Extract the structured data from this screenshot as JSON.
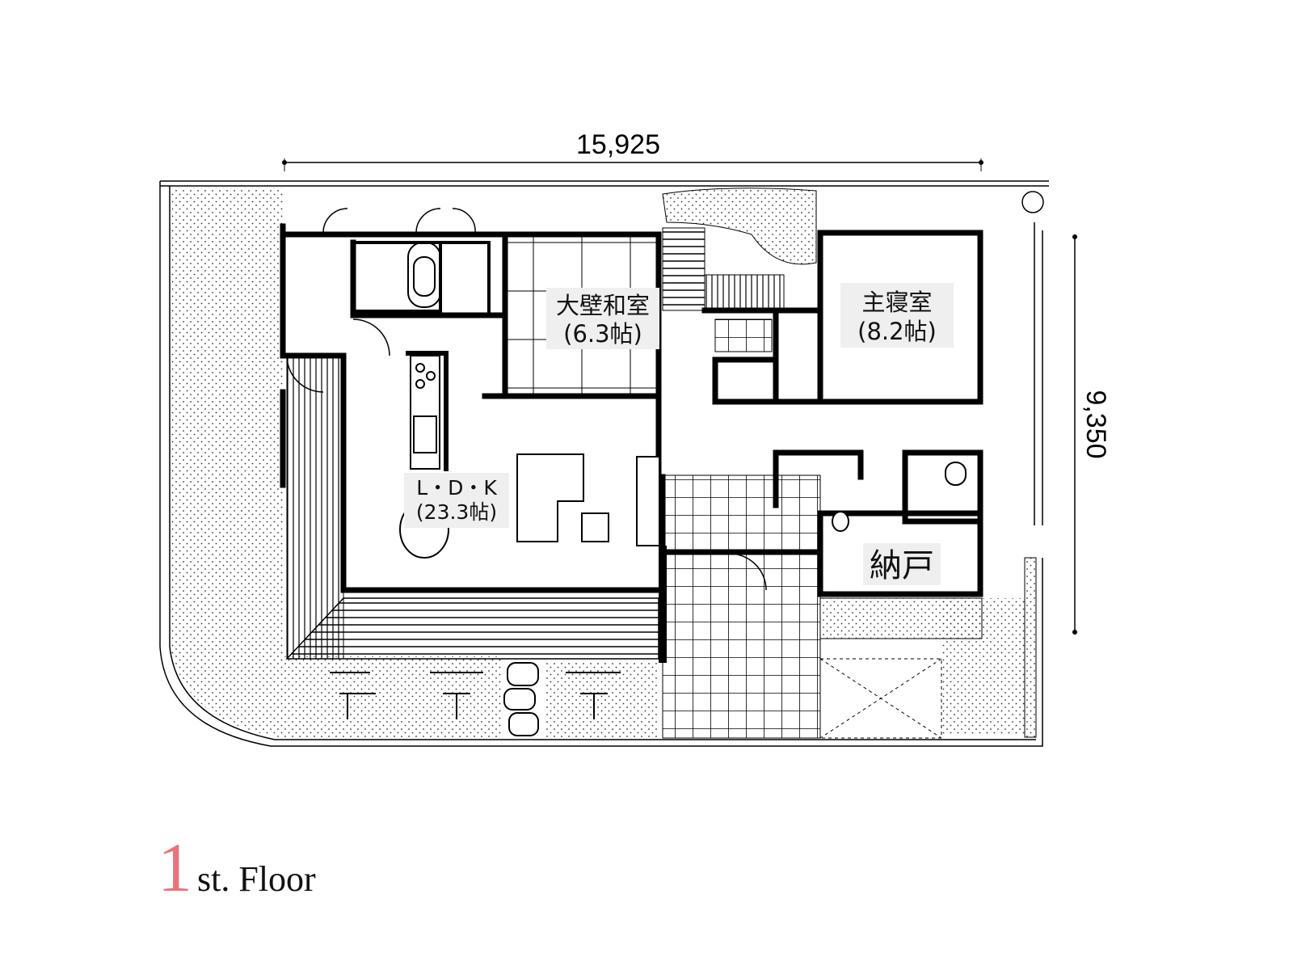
{
  "dimensions": {
    "width": "15,925",
    "depth": "9,350"
  },
  "rooms": {
    "japanese_room": {
      "name": "大壁和室",
      "size": "(6.3帖)"
    },
    "master_bedroom": {
      "name": "主寝室",
      "size": "(8.2帖)"
    },
    "ldk": {
      "name": "L・D・K",
      "size": "(23.3帖)"
    },
    "storage": {
      "name": "納戸"
    }
  },
  "title": {
    "number": "1",
    "text": "st. Floor",
    "number_color": "#e8737a"
  }
}
